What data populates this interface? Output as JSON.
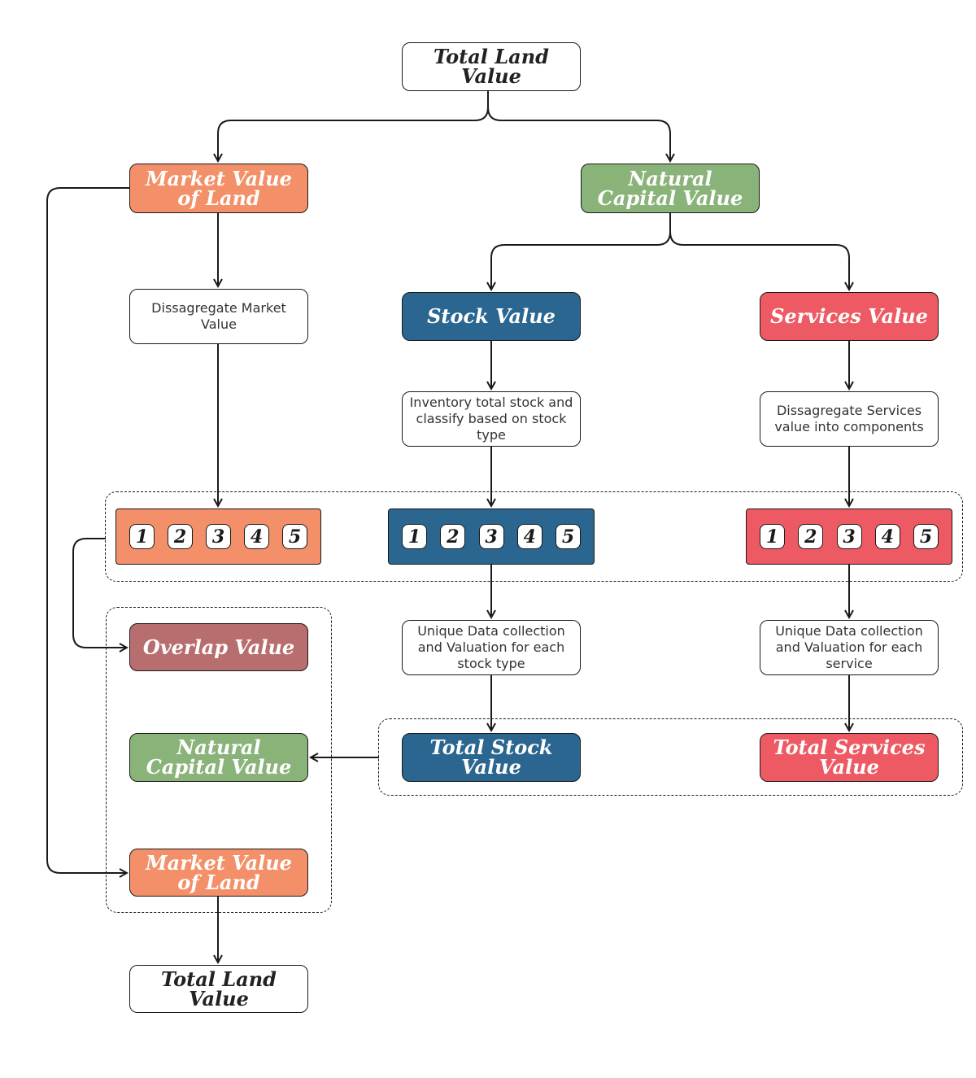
{
  "top_node": {
    "label": "Total Land Value"
  },
  "market_value": {
    "label": "Market Value of Land"
  },
  "natural_capital": {
    "label": "Natural Capital Value"
  },
  "stock_value": {
    "label": "Stock Value"
  },
  "services_value": {
    "label": "Services Value"
  },
  "steps": {
    "disaggregate_market": "Dissagregate Market Value",
    "inventory_stock": "Inventory total stock and classify based on stock type",
    "disaggregate_services": "Dissagregate Services value into components",
    "unique_stock": "Unique Data collection and Valuation for each stock type",
    "unique_service": "Unique Data collection and Valuation for each service"
  },
  "component_numbers": [
    "1",
    "2",
    "3",
    "4",
    "5"
  ],
  "total_stock": {
    "label": "Total Stock Value"
  },
  "total_services": {
    "label": "Total Services Value"
  },
  "overlap": {
    "label": "Overlap Value"
  },
  "sum_natural_capital": {
    "label": "Natural Capital Value"
  },
  "sum_market_value": {
    "label": "Market Value of Land"
  },
  "bottom_node": {
    "label": "Total Land Value"
  },
  "colors": {
    "orange": "#f39069",
    "green": "#8ab37a",
    "blue": "#2a6690",
    "red": "#ee5a63",
    "maroon": "#b86e6e",
    "line": "#1a1a1a"
  }
}
